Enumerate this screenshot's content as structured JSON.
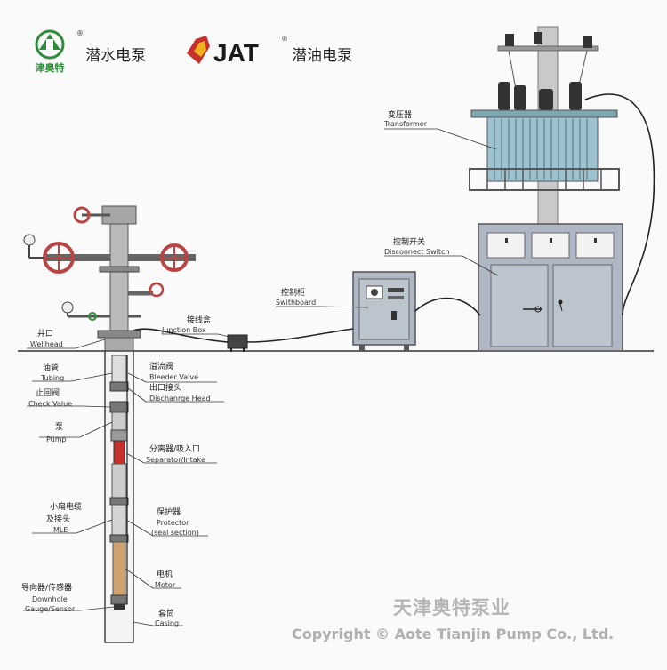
{
  "brand": {
    "logo_left_text": "津奥特",
    "product1": "潜水电泵",
    "logo_right_text": "JAT",
    "product2": "潜油电泵",
    "registered": "®"
  },
  "labels": {
    "transformer": {
      "cn": "变压器",
      "en": "Transformer"
    },
    "disconnect_switch": {
      "cn": "控制开关",
      "en": "Disconnect Switch"
    },
    "switchboard": {
      "cn": "控制柜",
      "en": "Swithboard"
    },
    "junction_box": {
      "cn": "接线盒",
      "en": "Junction Box"
    },
    "wellhead": {
      "cn": "井口",
      "en": "Wellhead"
    },
    "tubing": {
      "cn": "油管",
      "en": "Tubing"
    },
    "check_valve": {
      "cn": "止回阀",
      "en": "Check Value"
    },
    "bleeder_valve": {
      "cn": "溢流阀",
      "en": "Bleeder Valve"
    },
    "discharge_head": {
      "cn": "出口接头",
      "en": "Dischanrge Head"
    },
    "pump": {
      "cn": "泵",
      "en": "Pump"
    },
    "separator": {
      "cn": "分离器/吸入口",
      "en": "Separator/Intake"
    },
    "mle": {
      "cn1": "小扁电缆",
      "cn2": "及接头",
      "en": "MLE"
    },
    "protector": {
      "cn": "保护器",
      "en1": "Protector",
      "en2": "(seal section)"
    },
    "motor": {
      "cn": "电机",
      "en": "Motor"
    },
    "sensor": {
      "cn": "导向器/传感器",
      "en1": "Downhole",
      "en2": "Gauge/Sensor"
    },
    "casing": {
      "cn": "套筒",
      "en": "Casing"
    }
  },
  "watermark": {
    "cn": "天津奥特泵业",
    "en": "Copyright ©  Aote Tianjin Pump Co., Ltd."
  },
  "colors": {
    "cabinet": "#aeb7c3",
    "transformer_fins": "#9dc3cf",
    "valve_red": "#b84444",
    "logo_red": "#c8302b",
    "logo_green": "#2f8c3a",
    "cable": "#222222"
  }
}
